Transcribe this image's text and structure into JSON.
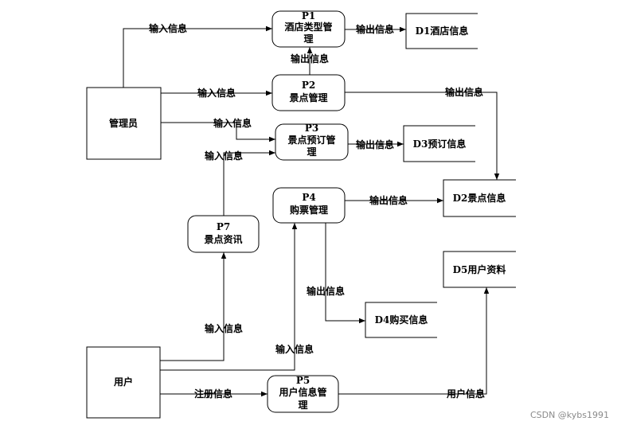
{
  "entities": {
    "admin": "管理员",
    "user": "用户"
  },
  "processes": {
    "p1": {
      "id": "P1",
      "name_line1": "酒店类型管",
      "name_line2": "理"
    },
    "p2": {
      "id": "P2",
      "name_line1": "景点管理",
      "name_line2": ""
    },
    "p3": {
      "id": "P3",
      "name_line1": "景点预订管",
      "name_line2": "理"
    },
    "p4": {
      "id": "P4",
      "name_line1": "购票管理",
      "name_line2": ""
    },
    "p5": {
      "id": "P5",
      "name_line1": "用户信息管",
      "name_line2": "理"
    },
    "p7": {
      "id": "P7",
      "name_line1": "景点资讯",
      "name_line2": ""
    }
  },
  "stores": {
    "d1": "D1酒店信息",
    "d2": "D2景点信息",
    "d3": "D3预订信息",
    "d4": "D4购买信息",
    "d5": "D5用户资料"
  },
  "flows": {
    "admin_p1": "输入信息",
    "admin_p2": "输入信息",
    "admin_p3": "输入信息",
    "p7_p3": "输入信息",
    "p1_d1": "输出信息",
    "p2_p1": "输出信息",
    "p2_d2": "输出信息",
    "p3_d3": "输出信息",
    "p4_d2": "输出信息",
    "p4_d4": "输出信息",
    "user_p7": "输入信息",
    "user_p4": "输入信息",
    "user_p5": "注册信息",
    "p5_d5": "用户信息"
  },
  "watermark": "CSDN @kybs1991"
}
